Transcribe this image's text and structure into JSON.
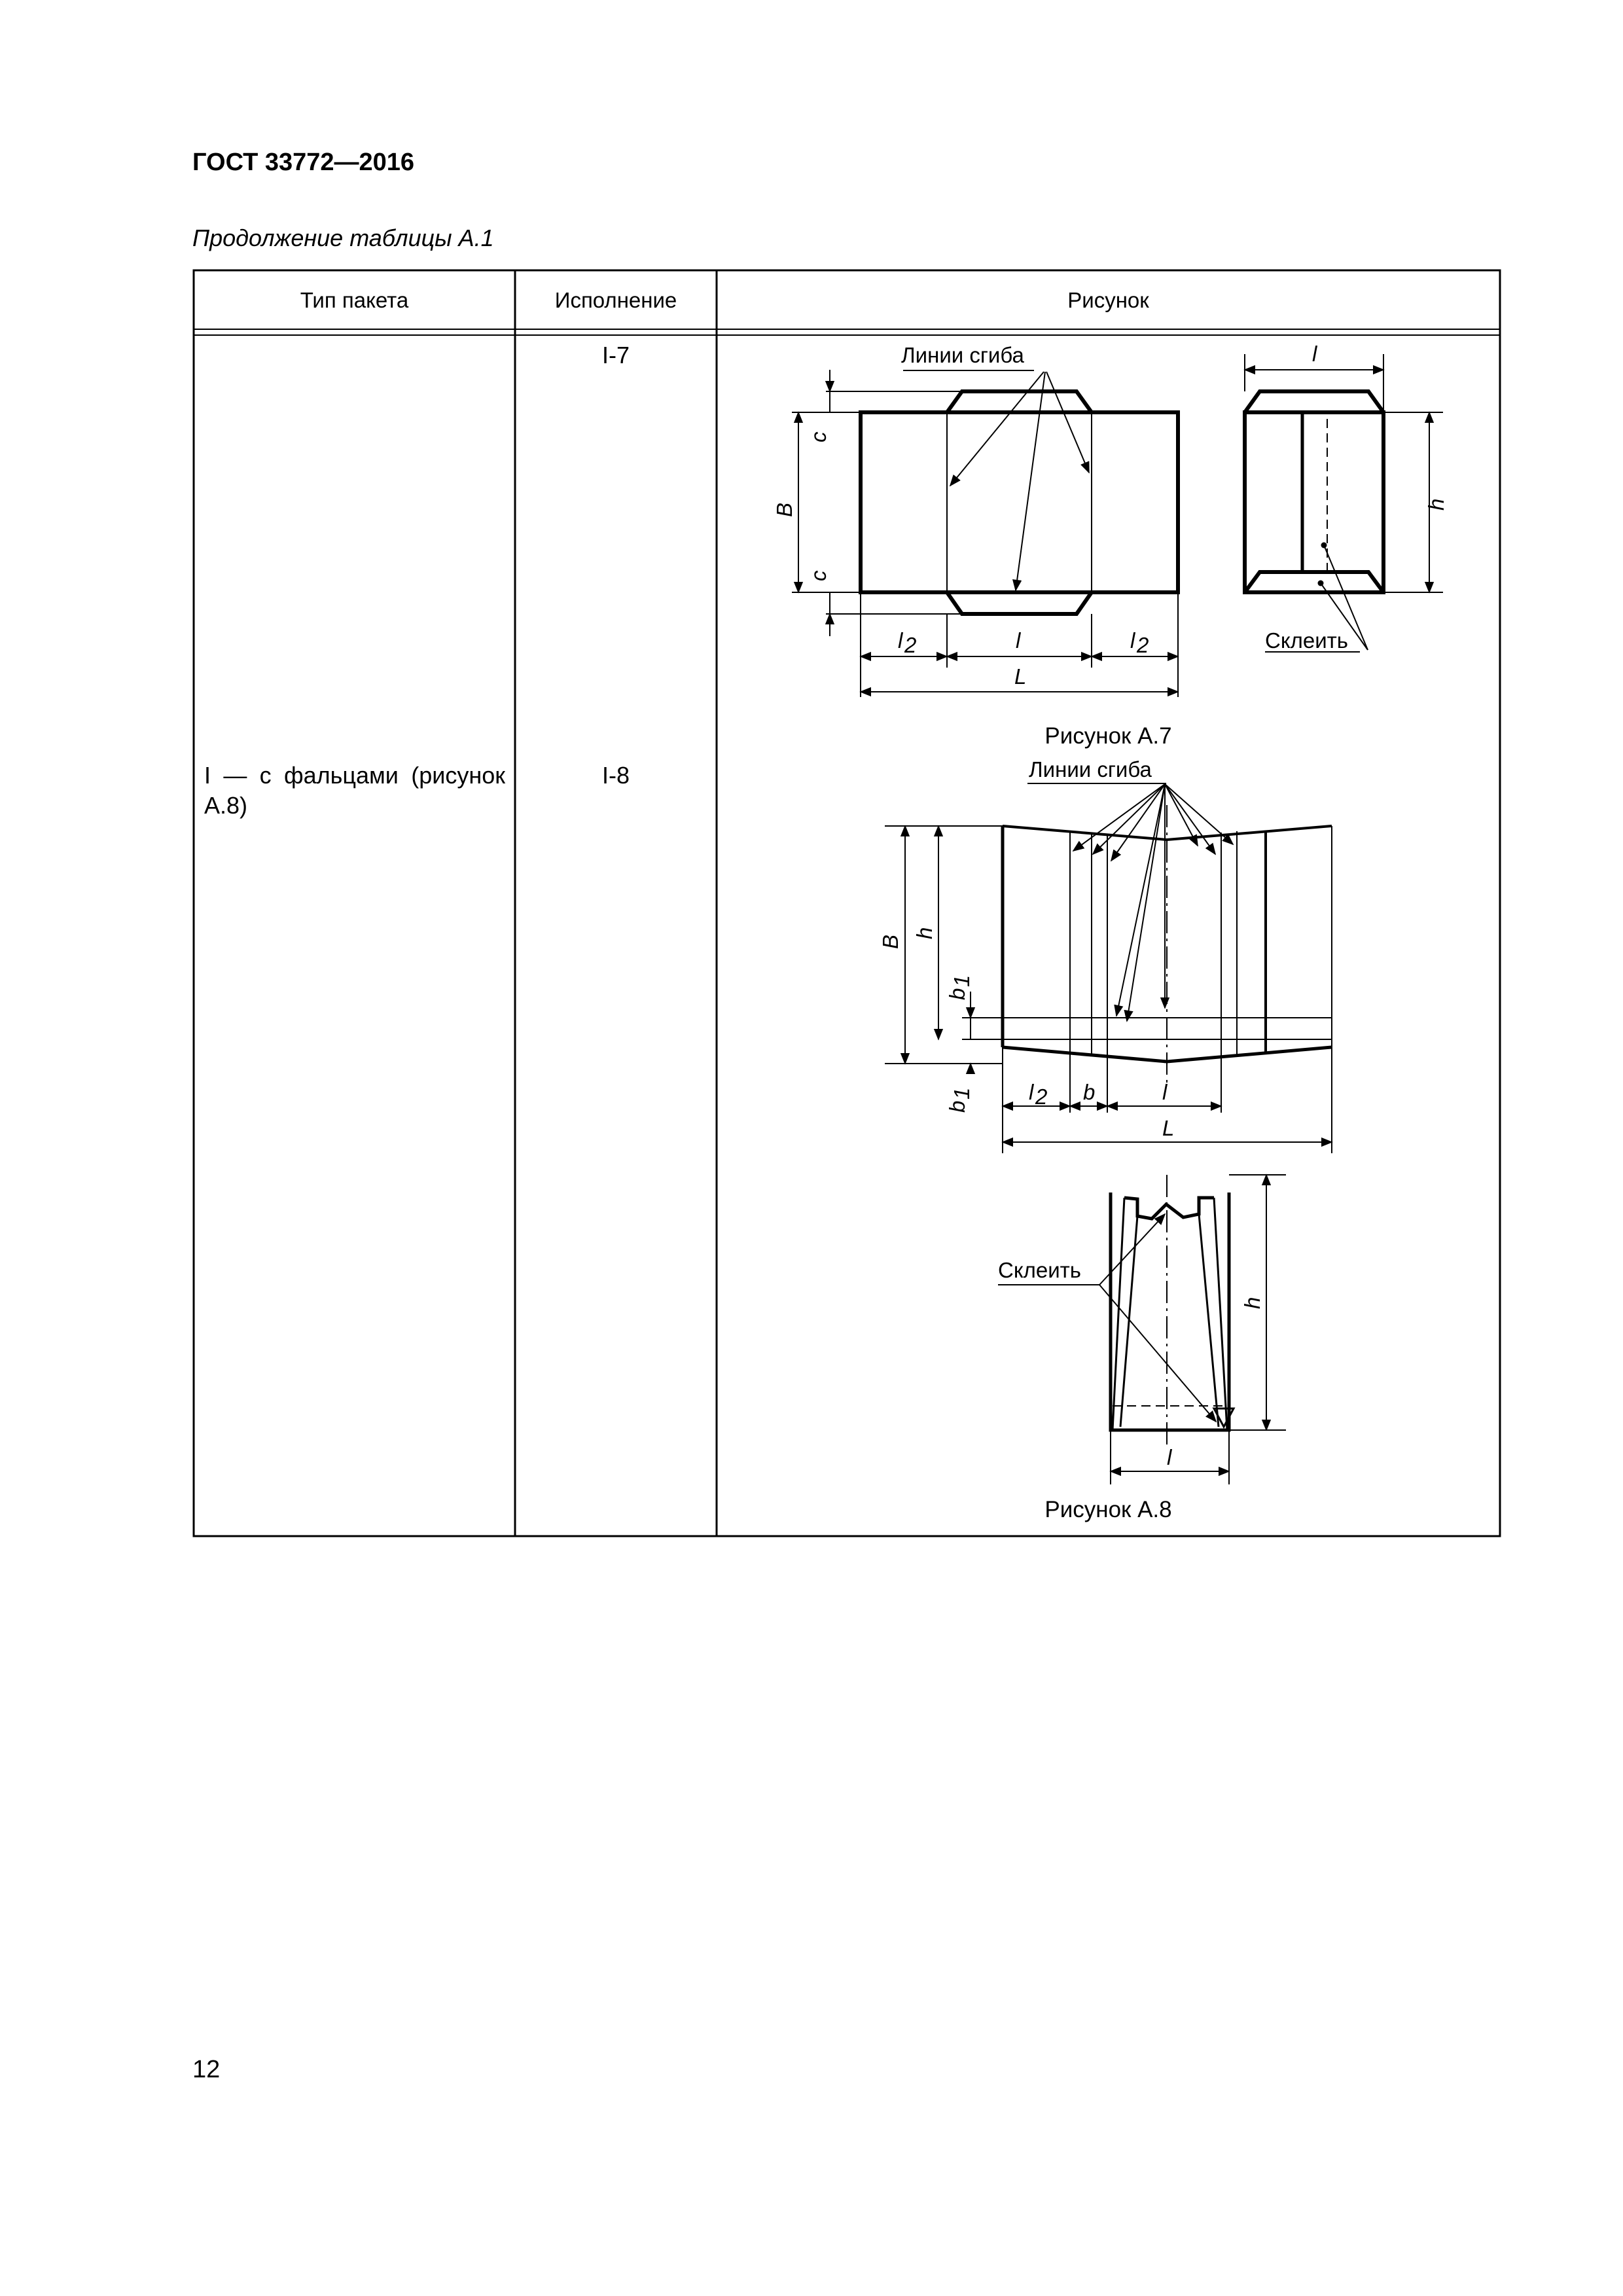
{
  "header": {
    "doc_title": "ГОСТ 33772—2016",
    "table_caption": "Продолжение таблицы А.1"
  },
  "table": {
    "columns": [
      "Тип пакета",
      "Исполнение",
      "Рисунок"
    ],
    "type_cell": "I — с фальцами (рисунок А.8)",
    "rows": [
      {
        "variant": "I-7",
        "figure_caption": "Рисунок А.7"
      },
      {
        "variant": "I-8",
        "figure_caption": "Рисунок А.8"
      }
    ]
  },
  "figures": {
    "fold_lines": "Линии сгиба",
    "glue": "Склеить",
    "dims": {
      "B": "B",
      "c": "c",
      "l": "l",
      "l2": "l",
      "L": "L",
      "h": "h",
      "b": "b",
      "b1": "b",
      "sub2": "2",
      "sub1": "1"
    }
  },
  "footer": {
    "page_number": "12"
  }
}
